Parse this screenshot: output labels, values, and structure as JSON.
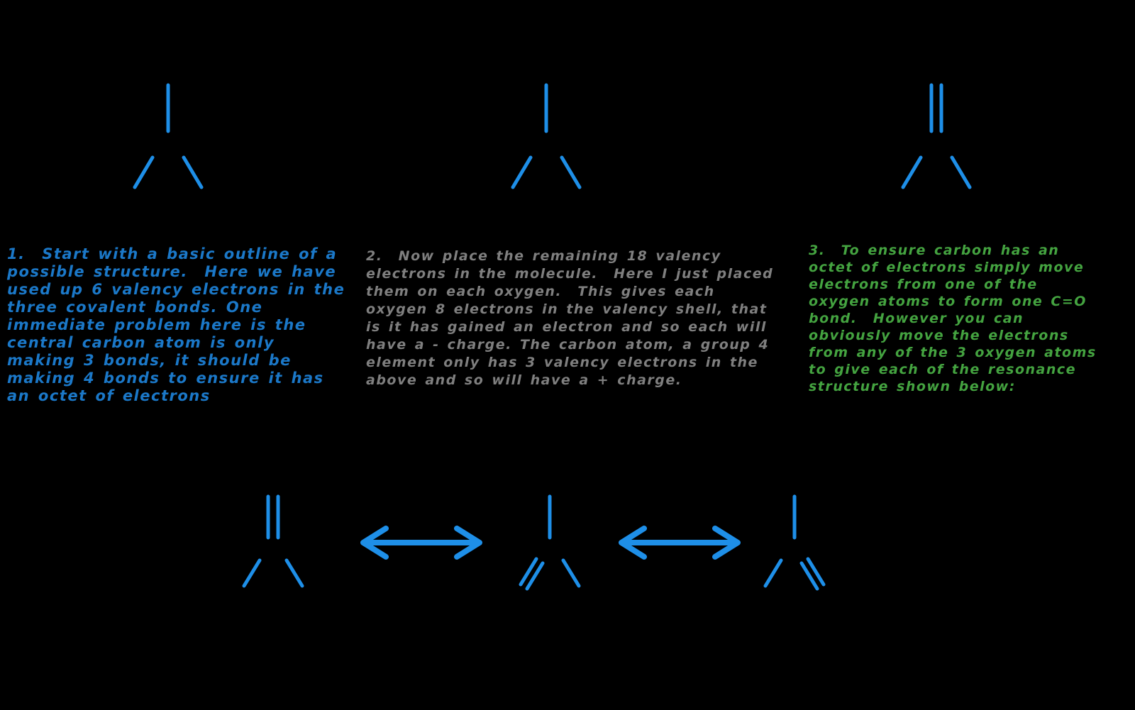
{
  "colors": {
    "background": "#000000",
    "bond-blue": "#1e8fe8",
    "text-blue": "#1b78c8",
    "text-gray": "#7f7f7f",
    "text-green": "#44a340"
  },
  "notes": {
    "step1": "1.  Start with a basic outline of a possible structure.  Here we have used up 6 valency electrons in the three covalent bonds. One immediate problem here is the central carbon atom is only making 3 bonds, it should be making 4 bonds to ensure it has an octet of electrons",
    "step2": "2.  Now place the remaining 18 valency electrons in the molecule.  Here I just placed them on each oxygen.  This gives each oxygen 8 electrons in the valency shell, that is it has gained an electron and so each will have a - charge. The carbon atom, a group 4 element only has 3 valency electrons in the above and so will have a + charge.",
    "step3": "3.  To ensure carbon has an octet of electrons simply move electrons from one of the oxygen atoms to form one C=O bond.  However you can obviously move the electrons from any of the 3 oxygen atoms to give each of the resonance structure shown below:"
  },
  "structures": {
    "top_row": [
      {
        "name": "skeleton-outline",
        "top_bond": "single",
        "lower_left_bond": "single",
        "lower_right_bond": "single"
      },
      {
        "name": "skeleton-with-charges",
        "top_bond": "single",
        "lower_left_bond": "single",
        "lower_right_bond": "single"
      },
      {
        "name": "octet-structure",
        "top_bond": "double",
        "lower_left_bond": "single",
        "lower_right_bond": "single"
      }
    ],
    "bottom_row": [
      {
        "name": "resonance-1",
        "top_bond": "double",
        "lower_left_bond": "single",
        "lower_right_bond": "single"
      },
      {
        "name": "resonance-2",
        "top_bond": "single",
        "lower_left_bond": "double",
        "lower_right_bond": "single"
      },
      {
        "name": "resonance-3",
        "top_bond": "single",
        "lower_left_bond": "single",
        "lower_right_bond": "double"
      }
    ]
  }
}
